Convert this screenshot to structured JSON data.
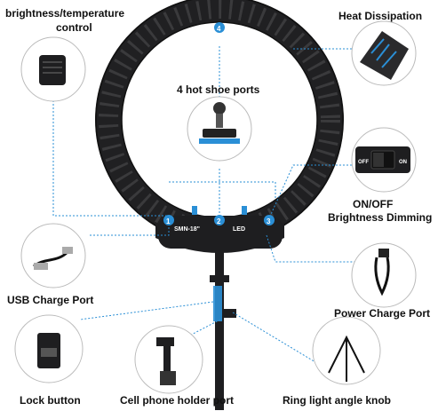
{
  "labels": {
    "brightness_temperature": "brightness/temperature",
    "control": "control",
    "heat_dissipation": "Heat Dissipation",
    "hot_shoe_ports": "4 hot shoe ports",
    "on_off": "ON/OFF",
    "brightness_dimming": "Brightness Dimming",
    "usb_charge_port": "USB Charge Port",
    "power_charge_port": "Power Charge Port",
    "lock_button": "Lock button",
    "cell_phone_holder_port": "Cell phone holder port",
    "ring_light_angle_knob": "Ring light angle knob"
  },
  "device": {
    "model_label": "SMN-18\"",
    "led_label": "LED",
    "switch_off": "OFF",
    "switch_on": "ON"
  },
  "markers": [
    "1",
    "2",
    "3",
    "4"
  ],
  "colors": {
    "accent": "#2a8fd6",
    "ring": "#2a2a2c",
    "leader": "#2a8fd6"
  }
}
